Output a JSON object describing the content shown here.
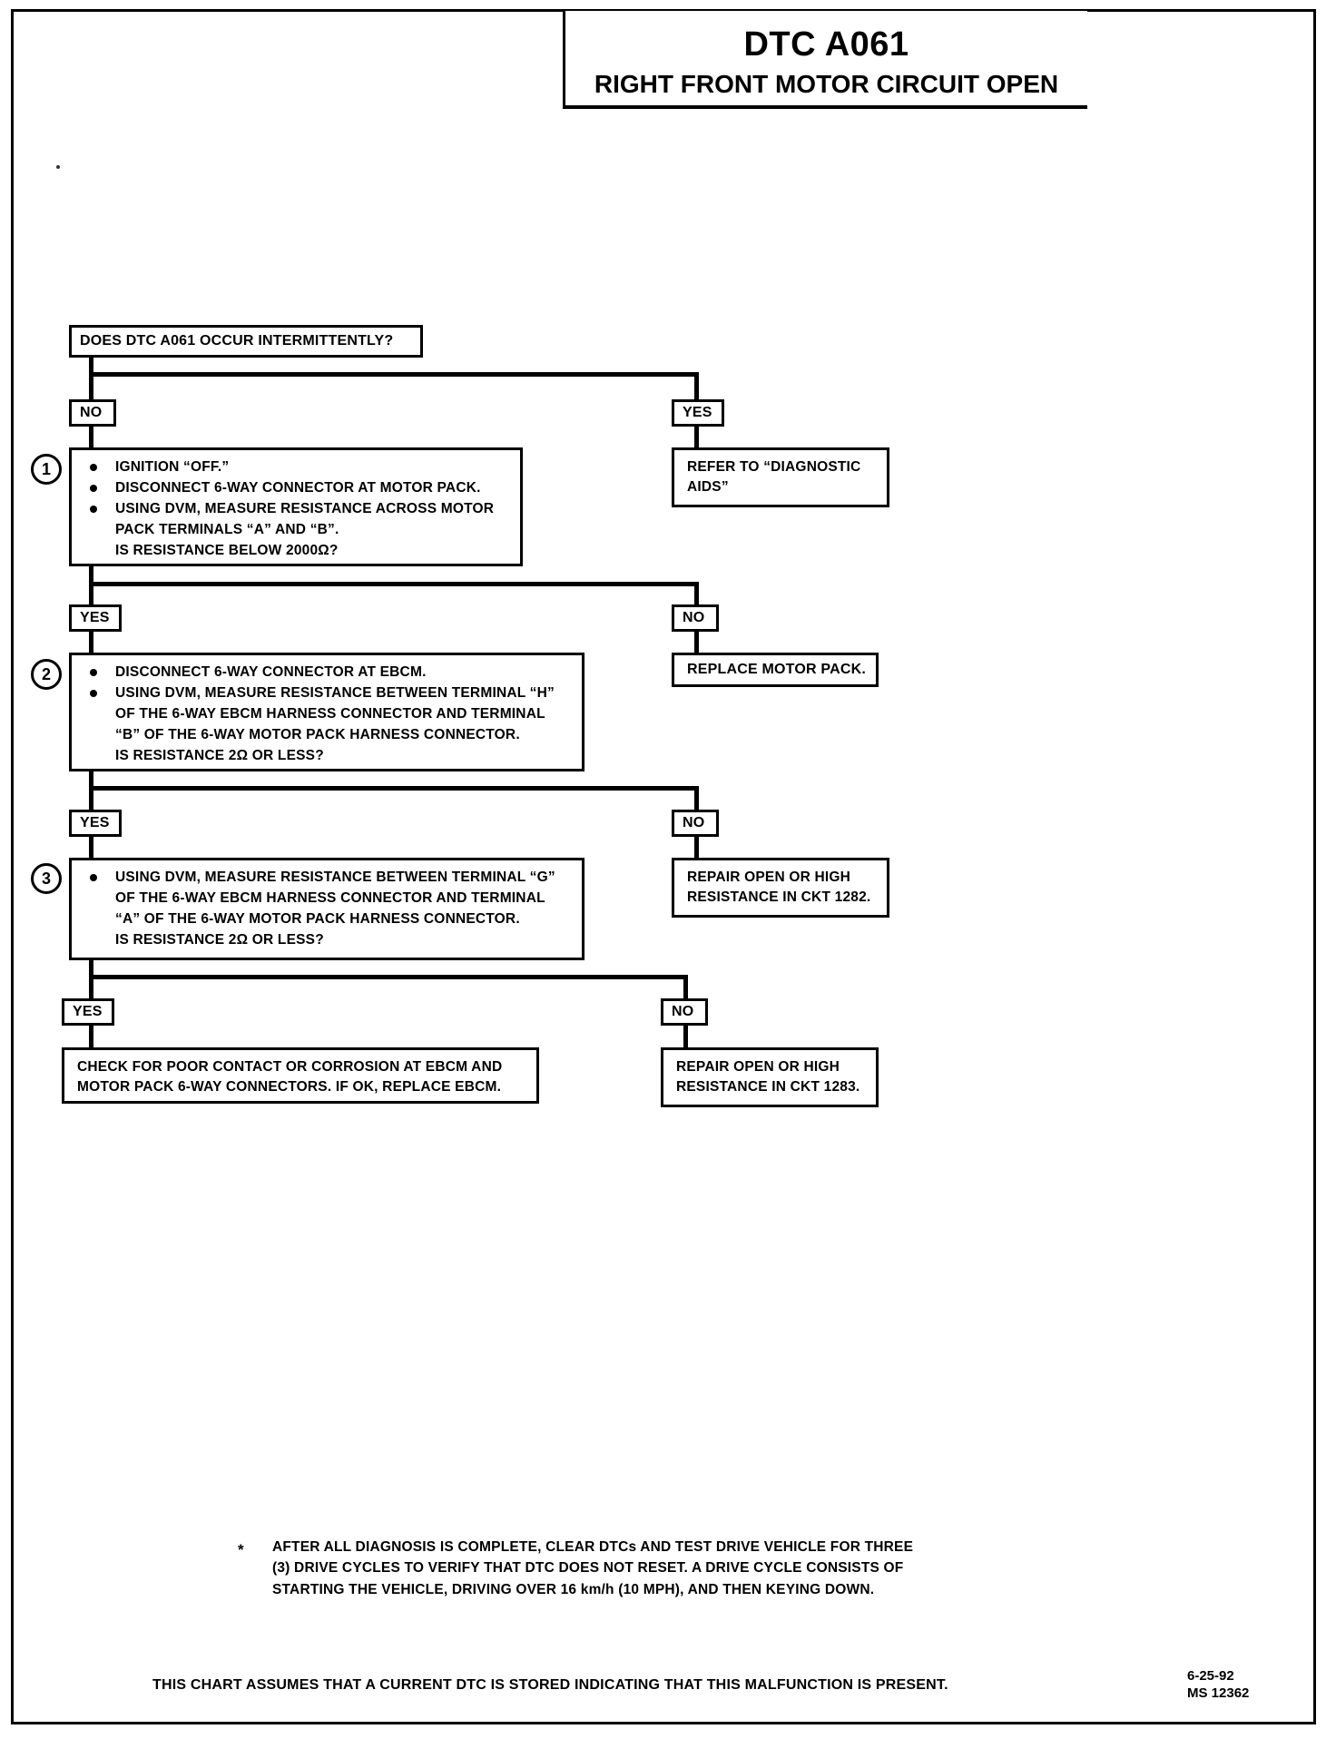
{
  "header": {
    "dtc_code": "DTC A061",
    "title": "RIGHT FRONT MOTOR CIRCUIT OPEN"
  },
  "flow": {
    "start": {
      "text": "DOES DTC A061 OCCUR INTERMITTENTLY?"
    },
    "branch_labels": {
      "no_1": "NO",
      "yes_1": "YES",
      "yes_2": "YES",
      "no_2": "NO",
      "yes_3": "YES",
      "no_3": "NO",
      "yes_4": "YES",
      "no_4": "NO"
    },
    "step1": {
      "number": "1",
      "bullets": [
        "IGNITION “OFF.”",
        "DISCONNECT 6-WAY CONNECTOR AT MOTOR PACK.",
        "USING DVM, MEASURE RESISTANCE ACROSS MOTOR"
      ],
      "cont1": "PACK TERMINALS “A” AND “B”.",
      "cont2": "IS RESISTANCE BELOW 2000Ω?"
    },
    "step2": {
      "number": "2",
      "bullets": [
        "DISCONNECT 6-WAY CONNECTOR AT EBCM.",
        "USING DVM, MEASURE RESISTANCE BETWEEN TERMINAL “H”"
      ],
      "cont1": "OF THE 6-WAY EBCM HARNESS CONNECTOR AND TERMINAL",
      "cont2": "“B” OF THE 6-WAY MOTOR PACK HARNESS CONNECTOR.",
      "cont3": "IS RESISTANCE 2Ω OR LESS?"
    },
    "step3": {
      "number": "3",
      "bullets": [
        "USING DVM, MEASURE RESISTANCE BETWEEN TERMINAL “G”"
      ],
      "cont1": "OF THE 6-WAY EBCM HARNESS CONNECTOR AND TERMINAL",
      "cont2": "“A” OF THE 6-WAY MOTOR PACK HARNESS CONNECTOR.",
      "cont3": "IS RESISTANCE 2Ω OR LESS?"
    },
    "result_diagnostic_aids": {
      "line1": "REFER TO “DIAGNOSTIC",
      "line2": "AIDS”"
    },
    "result_replace_motor_pack": {
      "line1": "REPLACE MOTOR PACK."
    },
    "result_repair_1282": {
      "line1": "REPAIR OPEN OR HIGH",
      "line2": "RESISTANCE IN CKT 1282."
    },
    "result_repair_1283": {
      "line1": "REPAIR OPEN OR HIGH",
      "line2": "RESISTANCE IN CKT 1283."
    },
    "result_check_contact": {
      "line1": "CHECK FOR POOR CONTACT OR CORROSION AT EBCM AND",
      "line2": "MOTOR PACK 6-WAY CONNECTORS.  IF OK, REPLACE EBCM."
    }
  },
  "footer": {
    "star": "*",
    "note_line1": "AFTER ALL DIAGNOSIS IS COMPLETE, CLEAR DTCs AND TEST DRIVE VEHICLE FOR THREE",
    "note_line2": "(3) DRIVE CYCLES TO VERIFY THAT DTC DOES NOT RESET.  A DRIVE CYCLE CONSISTS OF",
    "note_line3": "STARTING THE VEHICLE, DRIVING OVER 16 km/h (10 MPH), AND THEN KEYING DOWN.",
    "assumption": "THIS CHART ASSUMES THAT A CURRENT DTC IS STORED INDICATING THAT THIS MALFUNCTION IS PRESENT.",
    "date": "6-25-92",
    "doc_id": "MS 12362"
  }
}
